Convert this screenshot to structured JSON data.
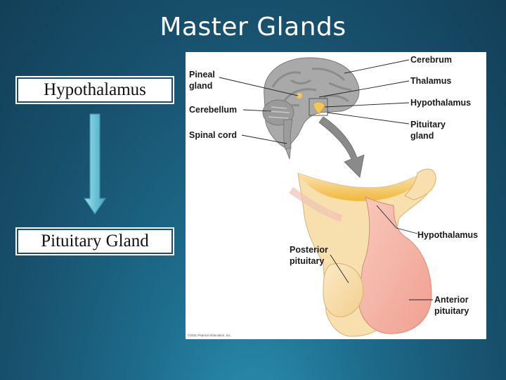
{
  "slide": {
    "title": "Master Glands"
  },
  "flow": {
    "top_label": "Hypothalamus",
    "bottom_label": "Pituitary Gland",
    "arrow_icon": "arrow-down-icon",
    "arrow_color": "#7fd0e0"
  },
  "figure": {
    "labels": {
      "cerebrum": "Cerebrum",
      "thalamus": "Thalamus",
      "hypothalamus_top": "Hypothalamus",
      "pituitary_line1": "Pituitary",
      "pituitary_line2": "gland",
      "pineal_line1": "Pineal",
      "pineal_line2": "gland",
      "cerebellum": "Cerebellum",
      "spinal_cord": "Spinal cord",
      "hypothalamus_bottom": "Hypothalamus",
      "posterior_line1": "Posterior",
      "posterior_line2": "pituitary",
      "anterior_line1": "Anterior",
      "anterior_line2": "pituitary"
    },
    "copyright": "©2011 Pearson Education, Inc.",
    "colors": {
      "brain": "#a9a9a9",
      "hypothalamus": "#f2c65a",
      "posterior": "#f7dfae",
      "anterior": "#f4b5a6",
      "pointer_arrow": "#8a8a8a"
    }
  }
}
